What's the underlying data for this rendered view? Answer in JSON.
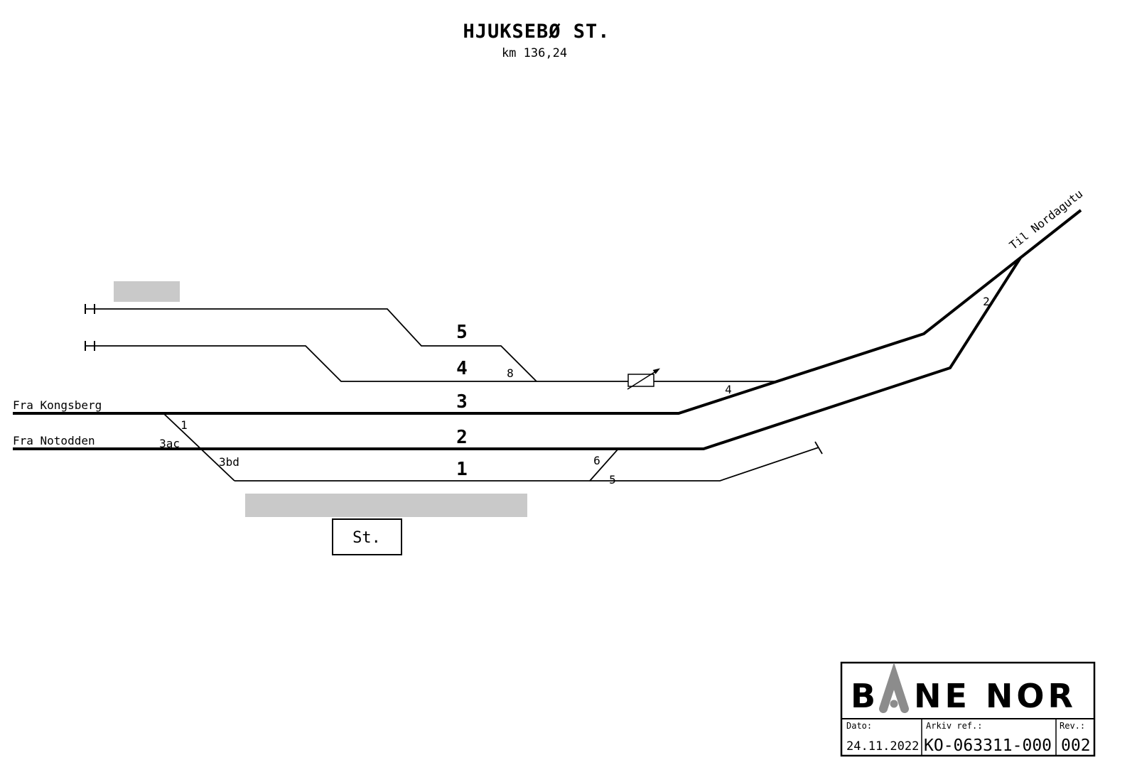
{
  "header": {
    "title": "HJUKSEBØ ST.",
    "subtitle": "km 136,24"
  },
  "route_labels": {
    "fra_kongsberg": "Fra Kongsberg",
    "fra_notodden": "Fra Notodden",
    "til_nordagutu": "Til Nordagutu"
  },
  "station_building_label": "St.",
  "track_numbers": {
    "track_1": "1",
    "track_2": "2",
    "track_3": "3",
    "track_4": "4",
    "track_5": "5"
  },
  "switch_numbers": {
    "switch_1": "1",
    "switch_2": "2",
    "switch_3ac": "3ac",
    "switch_3bd": "3bd",
    "switch_4": "4",
    "switch_5": "5",
    "switch_6": "6",
    "switch_8": "8"
  },
  "title_block": {
    "logo_full": "BANE NOR",
    "logo_b": "B",
    "logo_rest": "NE NOR",
    "date_label": "Dato:",
    "date_value": "24.11.2022",
    "archive_label": "Arkiv ref.:",
    "archive_value": "KO-063311-000",
    "rev_label": "Rev.:",
    "rev_value": "002"
  },
  "colors": {
    "platform_gray": "#c9c9c9",
    "logo_gray": "#8c8c8c",
    "line_black": "#000000"
  }
}
